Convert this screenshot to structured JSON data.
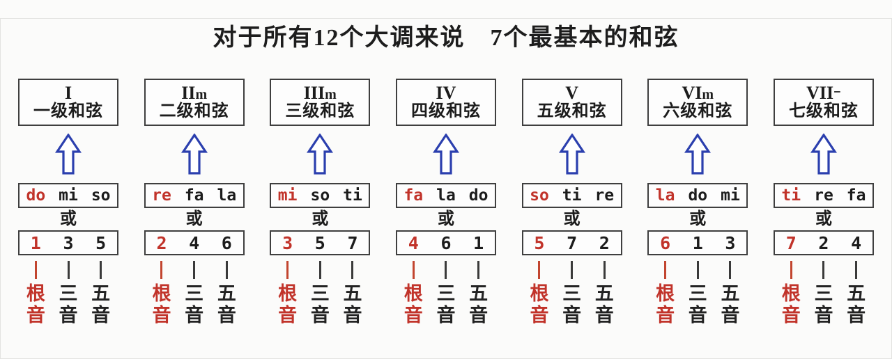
{
  "title": "对于所有12个大调来说　7个最基本的和弦",
  "or_label": "或",
  "colors": {
    "root_red": "#c1332a",
    "arrow_blue": "#2b3fae",
    "box_border": "#3f3f3f",
    "text": "#1c1c1c",
    "background": "#fbfbfa"
  },
  "icons": {
    "up_arrow": "hollow blue arrow pointing up"
  },
  "bottom_labels": [
    {
      "text": "根音",
      "role": "root"
    },
    {
      "text": "三音",
      "role": "third"
    },
    {
      "text": "五音",
      "role": "fifth"
    }
  ],
  "columns": [
    {
      "numeral": "I",
      "suffix": "",
      "name": "一级和弦",
      "notes": [
        "do",
        "mi",
        "so"
      ],
      "degrees": [
        "1",
        "3",
        "5"
      ]
    },
    {
      "numeral": "II",
      "suffix": "m",
      "name": "二级和弦",
      "notes": [
        "re",
        "fa",
        "la"
      ],
      "degrees": [
        "2",
        "4",
        "6"
      ]
    },
    {
      "numeral": "III",
      "suffix": "m",
      "name": "三级和弦",
      "notes": [
        "mi",
        "so",
        "ti"
      ],
      "degrees": [
        "3",
        "5",
        "7"
      ]
    },
    {
      "numeral": "IV",
      "suffix": "",
      "name": "四级和弦",
      "notes": [
        "fa",
        "la",
        "do"
      ],
      "degrees": [
        "4",
        "6",
        "1"
      ]
    },
    {
      "numeral": "V",
      "suffix": "",
      "name": "五级和弦",
      "notes": [
        "so",
        "ti",
        "re"
      ],
      "degrees": [
        "5",
        "7",
        "2"
      ]
    },
    {
      "numeral": "VI",
      "suffix": "m",
      "name": "六级和弦",
      "notes": [
        "la",
        "do",
        "mi"
      ],
      "degrees": [
        "6",
        "1",
        "3"
      ]
    },
    {
      "numeral": "VII",
      "suffix": "⁻",
      "name": "七级和弦",
      "notes": [
        "ti",
        "re",
        "fa"
      ],
      "degrees": [
        "7",
        "2",
        "4"
      ]
    }
  ]
}
